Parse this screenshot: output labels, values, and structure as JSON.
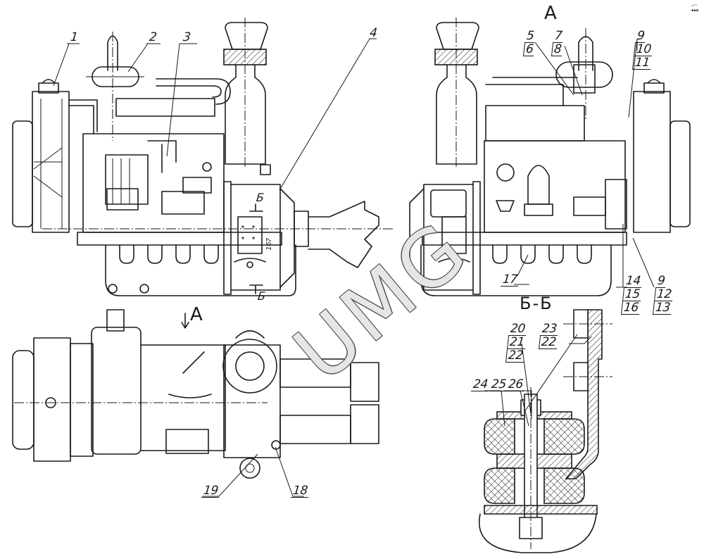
{
  "drawing": {
    "title_view_mark": "А",
    "section_mark": "Б",
    "section_title": "Б-Б",
    "arrow_view_label": "А",
    "dimension_label": "167",
    "corner_mark": "•°° ▪▪▪",
    "watermark": "UMG"
  },
  "callouts": {
    "left_view": [
      {
        "id": "1"
      },
      {
        "id": "2"
      },
      {
        "id": "3"
      },
      {
        "id": "4"
      }
    ],
    "right_view": {
      "c5_6": [
        "5",
        "6"
      ],
      "c7_8": [
        "7",
        "8"
      ],
      "c9_10_11": [
        "9",
        "10",
        "11"
      ],
      "c14_15_16": [
        "14",
        "15",
        "16"
      ],
      "c9_12_13": [
        "9",
        "12",
        "13"
      ],
      "c17": "17"
    },
    "top_view": {
      "c18": "18",
      "c19": "19"
    },
    "section_view": {
      "c20_21_22": [
        "20",
        "21",
        "22"
      ],
      "c23_22": [
        "23",
        "22"
      ],
      "c24": "24",
      "c25": "25",
      "c26": "26"
    }
  }
}
